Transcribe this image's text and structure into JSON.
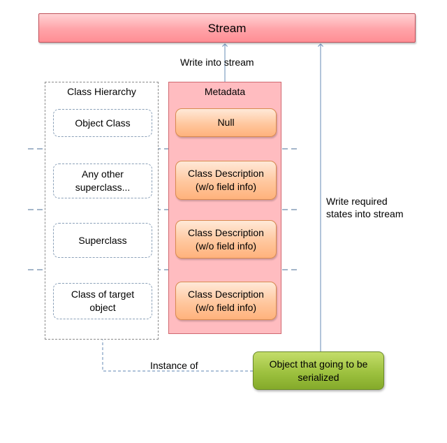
{
  "stream": {
    "label": "Stream"
  },
  "edges": {
    "write_into_stream": "Write into stream",
    "write_required_states": [
      "Write required",
      "states into stream"
    ],
    "instance_of": "Instance of"
  },
  "class_hierarchy": {
    "title": "Class Hierarchy",
    "nodes": [
      [
        "Object Class"
      ],
      [
        "Any other",
        "superclass..."
      ],
      [
        "Superclass"
      ],
      [
        "Class of target",
        "object"
      ]
    ]
  },
  "metadata": {
    "title": "Metadata",
    "nodes": [
      [
        "Null"
      ],
      [
        "Class Description",
        "(w/o field info)"
      ],
      [
        "Class Description",
        "(w/o field info)"
      ],
      [
        "Class Description",
        "(w/o field info)"
      ]
    ]
  },
  "serialized_object": {
    "lines": [
      "Object that going to be",
      "serialized"
    ]
  },
  "colors": {
    "stream_fill": "#ffa3a8",
    "metadata_fill": "#ffbcc0",
    "meta_node_fill": "#ffc79e",
    "object_fill": "#9dc13f",
    "connector": "#7f9ec2",
    "separator": "#4a6d94"
  }
}
